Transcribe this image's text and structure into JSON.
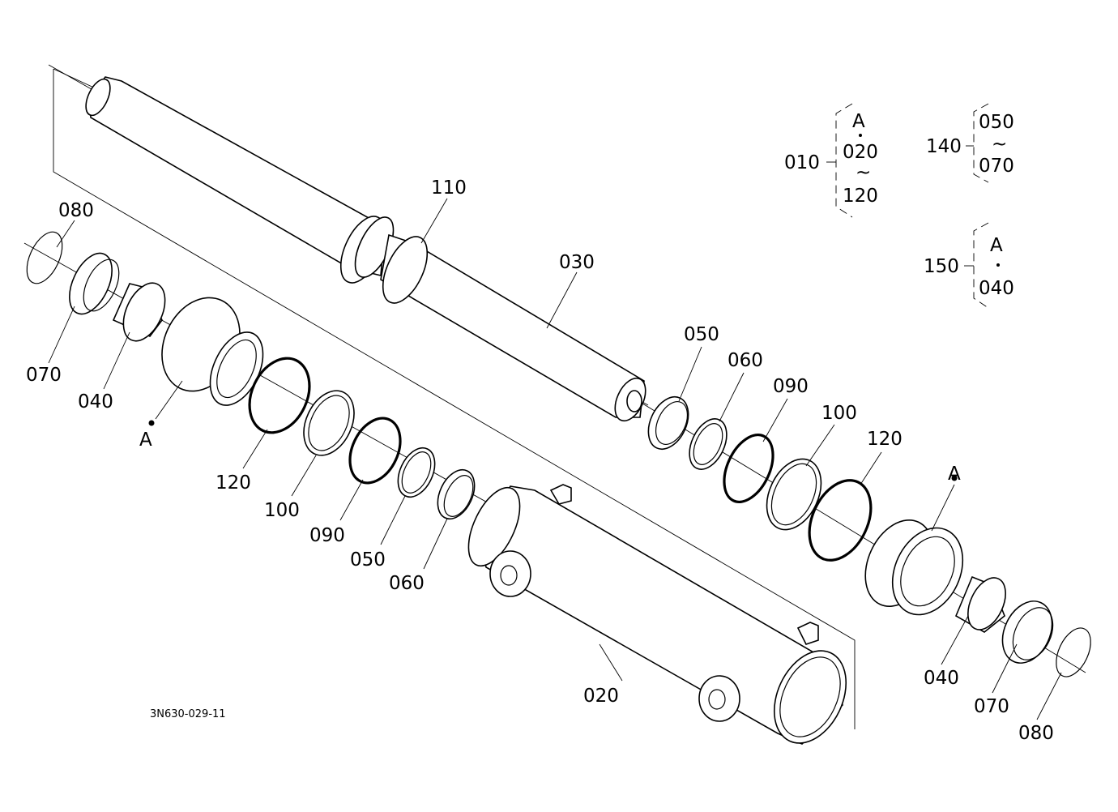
{
  "drawing_id": "3N630-029-11",
  "callouts": {
    "c080_left": "080",
    "c070_left": "070",
    "c040_left": "040",
    "cA_left": "A",
    "c120_left": "120",
    "c100_left": "100",
    "c090_left": "090",
    "c050_left": "050",
    "c060_left": "060",
    "c110": "110",
    "c030": "030",
    "c020": "020",
    "c050_right": "050",
    "c060_right": "060",
    "c090_right": "090",
    "c100_right": "100",
    "c120_right": "120",
    "cA_right": "A",
    "c040_right": "040",
    "c070_right": "070",
    "c080_right": "080"
  },
  "legend": {
    "g010": {
      "parent": "010",
      "items": [
        "A",
        "020",
        "120"
      ]
    },
    "g140": {
      "parent": "140",
      "items": [
        "050",
        "070"
      ]
    },
    "g150": {
      "parent": "150",
      "items": [
        "A",
        "040"
      ]
    }
  }
}
